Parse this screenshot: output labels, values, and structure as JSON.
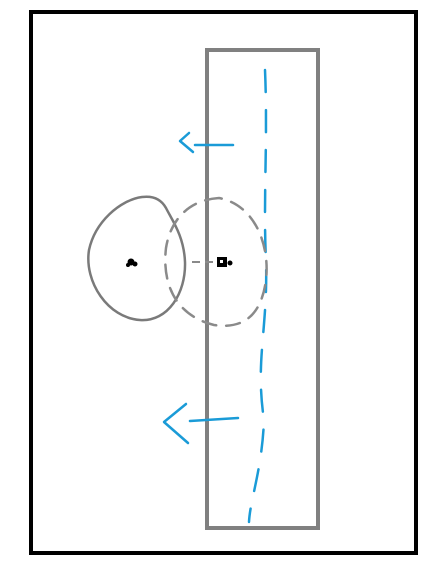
{
  "colors": {
    "frame": "#000000",
    "strip": "#808080",
    "motion": "#1a9bd7",
    "solid_circle": "#7a7a7a",
    "dashed_circle": "#8a8a8a",
    "marker": "#000000"
  },
  "elements": {
    "outer_frame": "rectangle",
    "strip": "rectangle",
    "moving_line": "dashed line",
    "arrows": [
      "left-arrow",
      "left-arrow"
    ],
    "circles": [
      "solid-circle",
      "dashed-circle"
    ],
    "markers": [
      "center-marker",
      "center-marker"
    ]
  }
}
